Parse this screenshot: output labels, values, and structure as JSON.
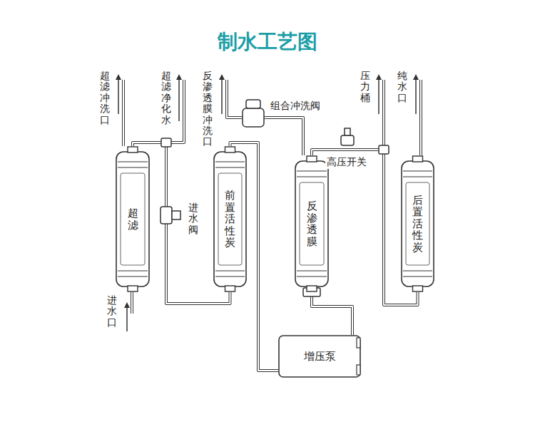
{
  "diagram": {
    "title": "制水工艺图",
    "nodes": [
      {
        "text": [
          "超滤"
        ]
      },
      {
        "text": [
          "前置活性炭"
        ]
      },
      {
        "text": [
          "反渗透膜"
        ]
      },
      {
        "text": [
          "后置活性炭"
        ]
      },
      {
        "text": [
          "增压泵"
        ]
      }
    ],
    "edges": [
      {
        "from": 0,
        "to": 1,
        "arrow": "none"
      },
      {
        "from": 1,
        "to": 4,
        "arrow": "none"
      },
      {
        "from": 4,
        "to": 2,
        "arrow": "none"
      },
      {
        "from": 2,
        "to": 3,
        "arrow": "none"
      }
    ],
    "labels": [
      "超滤冲洗口",
      "超滤净化水",
      "反渗透膜冲洗口",
      "组合冲洗阀",
      "压力桶",
      "纯水口",
      "高压开关",
      "进水阀",
      "进水口"
    ]
  }
}
